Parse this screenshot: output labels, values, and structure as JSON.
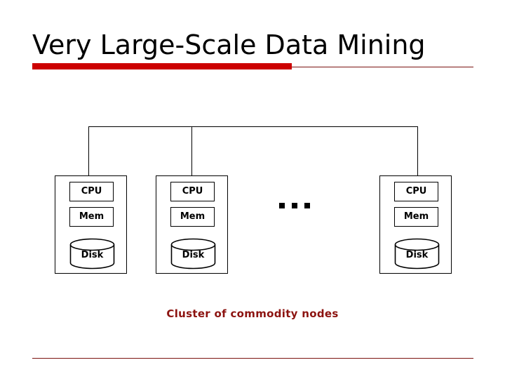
{
  "slide": {
    "title": "Very Large-Scale Data Mining",
    "caption": "Cluster of commodity nodes",
    "accent_color_thick": "#cc0000",
    "accent_color_thin": "#7b1210",
    "caption_color": "#8c1310",
    "background_color": "#ffffff",
    "line_color": "#000000"
  },
  "diagram": {
    "type": "cluster-architecture",
    "ellipsis": "...",
    "ellipsis_dot_count": 3,
    "bus_label": "",
    "nodes": [
      {
        "id": "node-1",
        "components": [
          {
            "name": "cpu",
            "label": "CPU",
            "shape": "rectangle"
          },
          {
            "name": "mem",
            "label": "Mem",
            "shape": "rectangle"
          },
          {
            "name": "disk",
            "label": "Disk",
            "shape": "cylinder"
          }
        ]
      },
      {
        "id": "node-2",
        "components": [
          {
            "name": "cpu",
            "label": "CPU",
            "shape": "rectangle"
          },
          {
            "name": "mem",
            "label": "Mem",
            "shape": "rectangle"
          },
          {
            "name": "disk",
            "label": "Disk",
            "shape": "cylinder"
          }
        ]
      },
      {
        "id": "node-3",
        "components": [
          {
            "name": "cpu",
            "label": "CPU",
            "shape": "rectangle"
          },
          {
            "name": "mem",
            "label": "Mem",
            "shape": "rectangle"
          },
          {
            "name": "disk",
            "label": "Disk",
            "shape": "cylinder"
          }
        ]
      }
    ]
  }
}
